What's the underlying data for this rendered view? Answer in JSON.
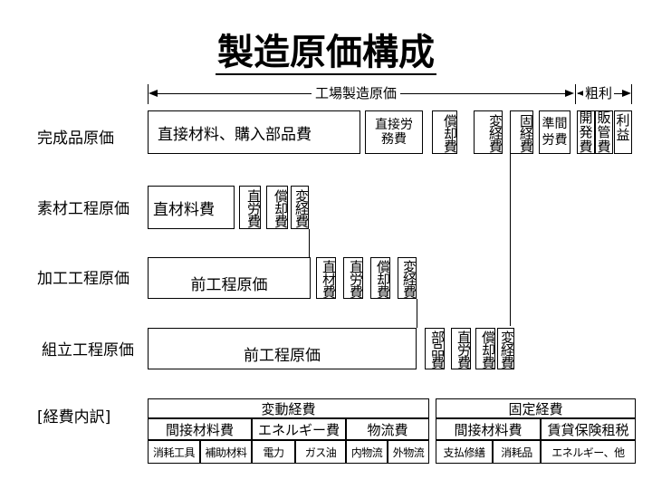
{
  "title": "製造原価構成",
  "scope": {
    "factory_cost": "工場製造原価",
    "gross_profit": "粗利"
  },
  "rows": {
    "finished": {
      "label": "完成品原価",
      "main": "直接材料、購入部品費",
      "direct_labor": "直接労務費",
      "items": [
        "償却費",
        "変経費",
        "固経費",
        "準間労費",
        "開発費",
        "販管費",
        "利益"
      ]
    },
    "material": {
      "label": "素材工程原価",
      "main": "直材料費",
      "items": [
        "直労費",
        "償却費",
        "変経費"
      ]
    },
    "processing": {
      "label": "加工工程原価",
      "main": "前工程原価",
      "items": [
        "直材費",
        "直労費",
        "償却費",
        "変経費"
      ]
    },
    "assembly": {
      "label": "組立工程原価",
      "main": "前工程原価",
      "items": [
        "部品費",
        "直労費",
        "償却費",
        "変経費"
      ]
    }
  },
  "breakdown": {
    "label": "[経費内訳]",
    "variable": {
      "title": "変動経費",
      "groups": [
        "間接材料費",
        "エネルギー費",
        "物流費"
      ],
      "items": [
        "消耗工具",
        "補助材料",
        "電力",
        "ガス油",
        "内物流",
        "外物流"
      ]
    },
    "fixed": {
      "title": "固定経費",
      "groups": [
        "間接材料費",
        "賃貸保険租税"
      ],
      "items": [
        "支払修繕",
        "消耗品",
        "エネルギー、他"
      ]
    }
  }
}
